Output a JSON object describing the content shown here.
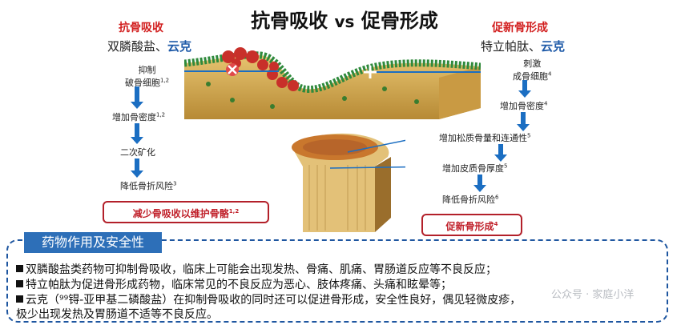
{
  "title": {
    "main": "抗骨吸收",
    "vs": "vs",
    "right": "促骨形成"
  },
  "left": {
    "heading": "抗骨吸收",
    "drugs_prefix": "双膦酸盐、",
    "drugs_highlight": "云克",
    "step1_line1": "抑制",
    "step1_line2": "破骨细胞",
    "step1_sup": "1,2",
    "step2": "增加骨密度",
    "step2_sup": "1,2",
    "step3": "二次矿化",
    "step4": "降低骨折风险",
    "step4_sup": "3",
    "summary": "减少骨吸收以维护骨骼",
    "summary_sup": "1,2"
  },
  "right": {
    "heading": "促新骨形成",
    "drugs_prefix": "特立帕肽、",
    "drugs_highlight": "云克",
    "step1_line1": "刺激",
    "step1_line2": "成骨细胞",
    "step1_sup": "4",
    "step2": "增加骨密度",
    "step2_sup": "4",
    "step3": "增加松质骨量和连通性",
    "step3_sup": "5",
    "step4": "增加皮质骨厚度",
    "step4_sup": "5",
    "step5": "降低骨折风险",
    "step5_sup": "6",
    "summary": "促新骨形成",
    "summary_sup": "4"
  },
  "panel": {
    "title": "药物作用及安全性",
    "line1": "双膦酸盐类药物可抑制骨吸收，临床上可能会出现发热、骨痛、肌痛、胃肠道反应等不良反应；",
    "line2": "特立帕肽为促进骨形成药物，临床常见的不良反应为恶心、肢体疼痛、头痛和眩晕等；",
    "line3": "云克（⁹⁹锝-亚甲基二磷酸盐）在抑制骨吸收的同时还可以促进骨形成，安全性良好，偶见轻微皮疹，",
    "line4": "极少出现发热及胃肠道不适等不良反应。"
  },
  "watermark": "公众号 · 家庭小洋",
  "colors": {
    "accent_blue": "#1b6ec2",
    "accent_red": "#d21f1f",
    "panel_blue": "#2d6fb8"
  }
}
